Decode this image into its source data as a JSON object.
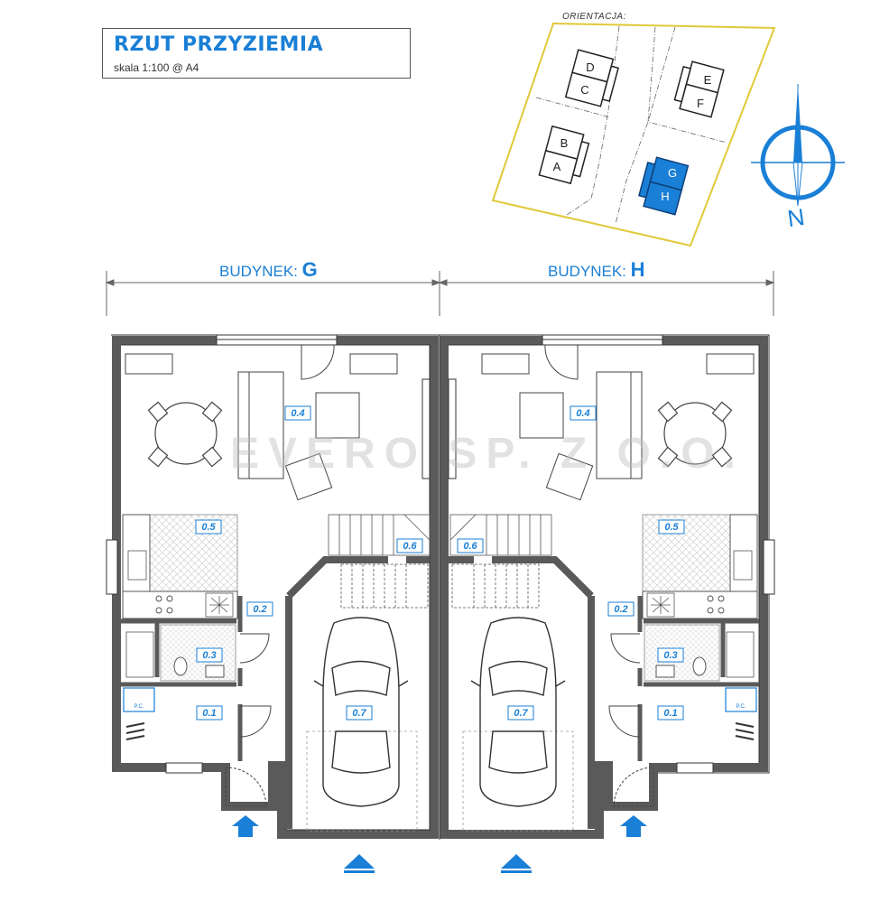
{
  "header": {
    "title": "RZUT PRZYZIEMIA",
    "scale": "skala 1:100 @ A4"
  },
  "orientation": {
    "label": "ORIENTACJA:",
    "plots": [
      {
        "top": "D",
        "bottom": "C",
        "highlighted": false
      },
      {
        "top": "E",
        "bottom": "F",
        "highlighted": false
      },
      {
        "top": "B",
        "bottom": "A",
        "highlighted": false
      },
      {
        "top": "G",
        "bottom": "H",
        "highlighted": true
      }
    ],
    "north": "N"
  },
  "buildings": {
    "left": {
      "prefix": "BUDYNEK: ",
      "letter": "G"
    },
    "right": {
      "prefix": "BUDYNEK: ",
      "letter": "H"
    }
  },
  "rooms": {
    "g_living": "0.4",
    "g_kitchen": "0.5",
    "g_stairs": "0.6",
    "g_hall": "0.2",
    "g_bath": "0.3",
    "g_entry": "0.1",
    "g_garage": "0.7",
    "g_pc": "P.C.",
    "h_living": "0.4",
    "h_kitchen": "0.5",
    "h_stairs": "0.6",
    "h_hall": "0.2",
    "h_bath": "0.3",
    "h_entry": "0.1",
    "h_garage": "0.7",
    "h_pc": "P.C."
  },
  "watermark": "EVERO SP. Z O.O.",
  "colors": {
    "accent": "#1a7fd6",
    "wall": "#555555",
    "yellow": "#e8d23a"
  }
}
